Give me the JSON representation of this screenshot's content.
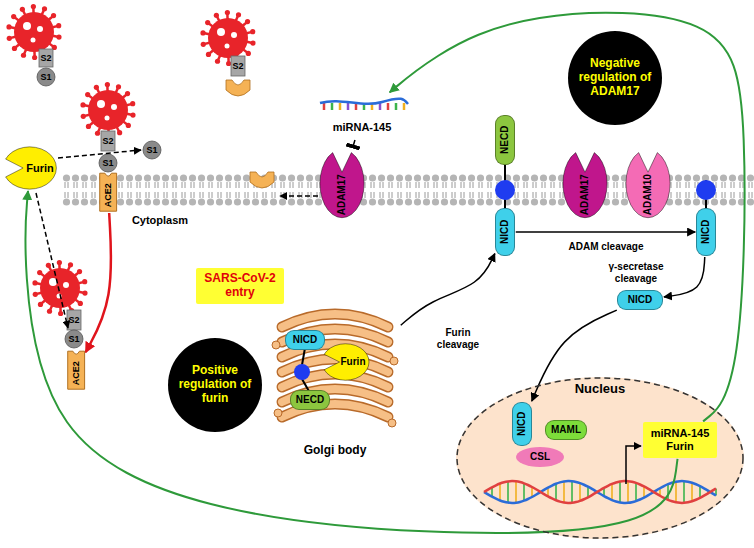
{
  "diagram": {
    "nodes": [
      {
        "text": [
          "Negative regulation of ADAM17"
        ]
      },
      {
        "text": [
          "miRNA-145"
        ]
      },
      {
        "text": [
          "ADAM17"
        ]
      },
      {
        "text": [
          "ACE2"
        ]
      },
      {
        "text": [
          "Furin"
        ]
      },
      {
        "text": [
          "NECD"
        ]
      },
      {
        "text": [
          "NICD"
        ]
      },
      {
        "text": [
          "ADAM17"
        ]
      },
      {
        "text": [
          "ADAM10"
        ]
      },
      {
        "text": [
          "NICD"
        ]
      },
      {
        "text": [
          "NICD"
        ]
      },
      {
        "text": [
          "SARS-CoV-2 entry"
        ]
      },
      {
        "text": [
          "ACE2"
        ]
      },
      {
        "text": [
          "Positive regulation of furin"
        ]
      },
      {
        "text": [
          "Golgi body"
        ]
      },
      {
        "text": [
          "NICD"
        ],
        "in": 14
      },
      {
        "text": [
          "Furin"
        ],
        "in": 14
      },
      {
        "text": [
          "NECD"
        ],
        "in": 14
      },
      {
        "text": [
          "Nucleus"
        ]
      },
      {
        "text": [
          "NICD"
        ],
        "in": 18
      },
      {
        "text": [
          "MAML"
        ],
        "in": 18
      },
      {
        "text": [
          "CSL"
        ],
        "in": 18
      },
      {
        "text": [
          "miRNA-145 Furin"
        ],
        "in": 18
      }
    ],
    "edges": [
      {
        "from": 14,
        "to": 6,
        "label": "Furin cleavage",
        "arrow": "to"
      },
      {
        "from": 6,
        "to": 9,
        "label": "ADAM cleavage",
        "arrow": "to"
      },
      {
        "from": 9,
        "to": 10,
        "label": "γ-secretase cleavage",
        "arrow": "to"
      },
      {
        "from": 10,
        "to": 19,
        "arrow": "to"
      },
      {
        "from": 22,
        "to": 1,
        "arrow": "to"
      },
      {
        "from": 1,
        "to": 2,
        "arrow": "to"
      },
      {
        "from": 22,
        "to": 4,
        "arrow": "to"
      },
      {
        "from": 3,
        "to": 12,
        "arrow": "to"
      }
    ],
    "labels": [
      "S2",
      "S1",
      "S2",
      "S1",
      "S1",
      "S2",
      "Cytoplasm",
      "S2",
      "S1"
    ]
  }
}
